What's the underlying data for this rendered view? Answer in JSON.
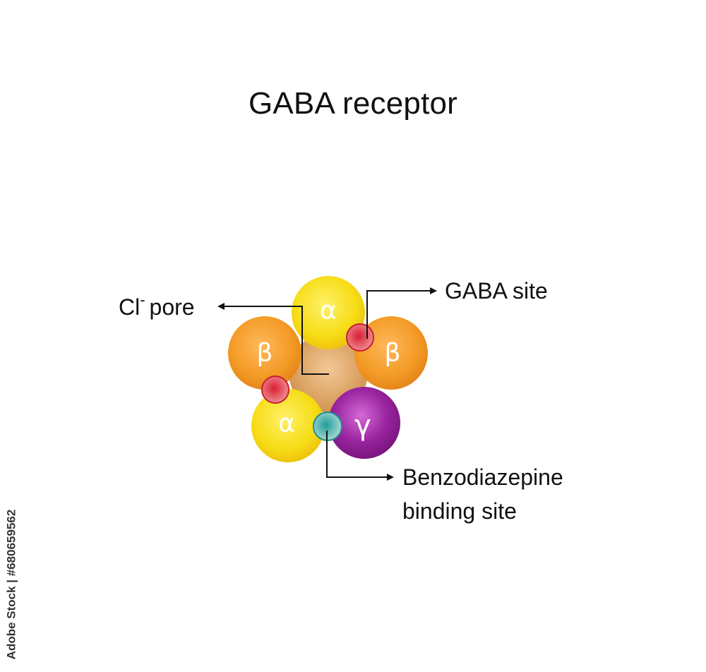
{
  "title": "GABA receptor",
  "subunits": [
    {
      "id": "alpha-top",
      "symbol": "α",
      "color": "#f6dd16"
    },
    {
      "id": "beta-right",
      "symbol": "β",
      "color": "#f39a26"
    },
    {
      "id": "gamma",
      "symbol": "γ",
      "color": "#8e1a8f"
    },
    {
      "id": "alpha-bottom",
      "symbol": "α",
      "color": "#f6dd16"
    },
    {
      "id": "beta-left",
      "symbol": "β",
      "color": "#f39a26"
    }
  ],
  "labels": {
    "pore_prefix": "Cl",
    "pore_superscript": "-",
    "pore_suffix": "pore",
    "gaba_site": "GABA site",
    "benzo_line1": "Benzodiazepine",
    "benzo_line2": "binding site"
  },
  "colors": {
    "gaba_site": "#d22a3c",
    "benzo_site": "#2b9e9a",
    "pore": "#e0a860"
  },
  "watermark": "Adobe Stock | #680659562"
}
